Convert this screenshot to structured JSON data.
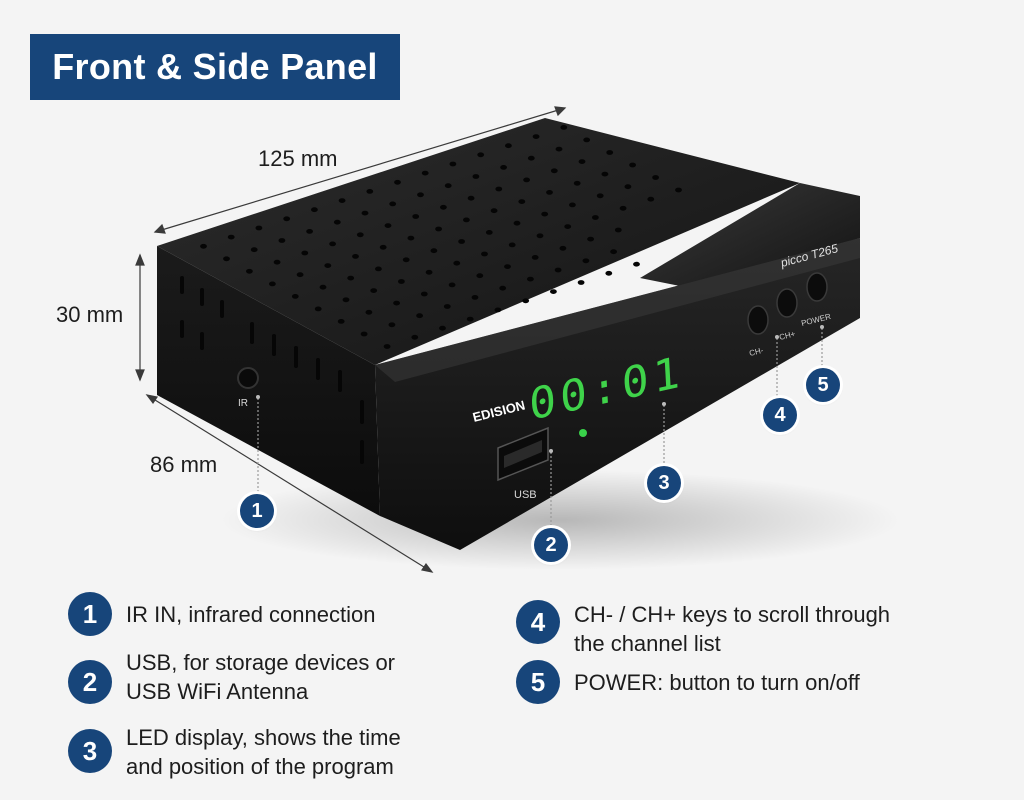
{
  "header": {
    "title": "Front & Side Panel"
  },
  "dimensions": {
    "width": "125 mm",
    "height": "30 mm",
    "depth": "86 mm"
  },
  "device": {
    "brand": "EDISION",
    "model": "picco T265",
    "display": "00:01",
    "port_ir": "IR",
    "port_usb": "USB",
    "key_ch_minus": "CH-",
    "key_ch_plus": "CH+",
    "key_power": "POWER"
  },
  "markers": [
    "1",
    "2",
    "3",
    "4",
    "5"
  ],
  "legend": [
    {
      "number": "1",
      "lines": [
        "IR IN, infrared connection"
      ]
    },
    {
      "number": "2",
      "lines": [
        "USB, for storage devices or",
        "USB WiFi Antenna"
      ]
    },
    {
      "number": "3",
      "lines": [
        "LED display, shows the time",
        "and position of the program"
      ]
    },
    {
      "number": "4",
      "lines": [
        "CH- / CH+ keys to scroll through",
        "the channel list"
      ]
    },
    {
      "number": "5",
      "lines": [
        "POWER: button to turn on/off"
      ]
    }
  ],
  "colors": {
    "accent": "#17457a",
    "display_green": "#3fd34a",
    "device_body": "#1a1a1a"
  }
}
